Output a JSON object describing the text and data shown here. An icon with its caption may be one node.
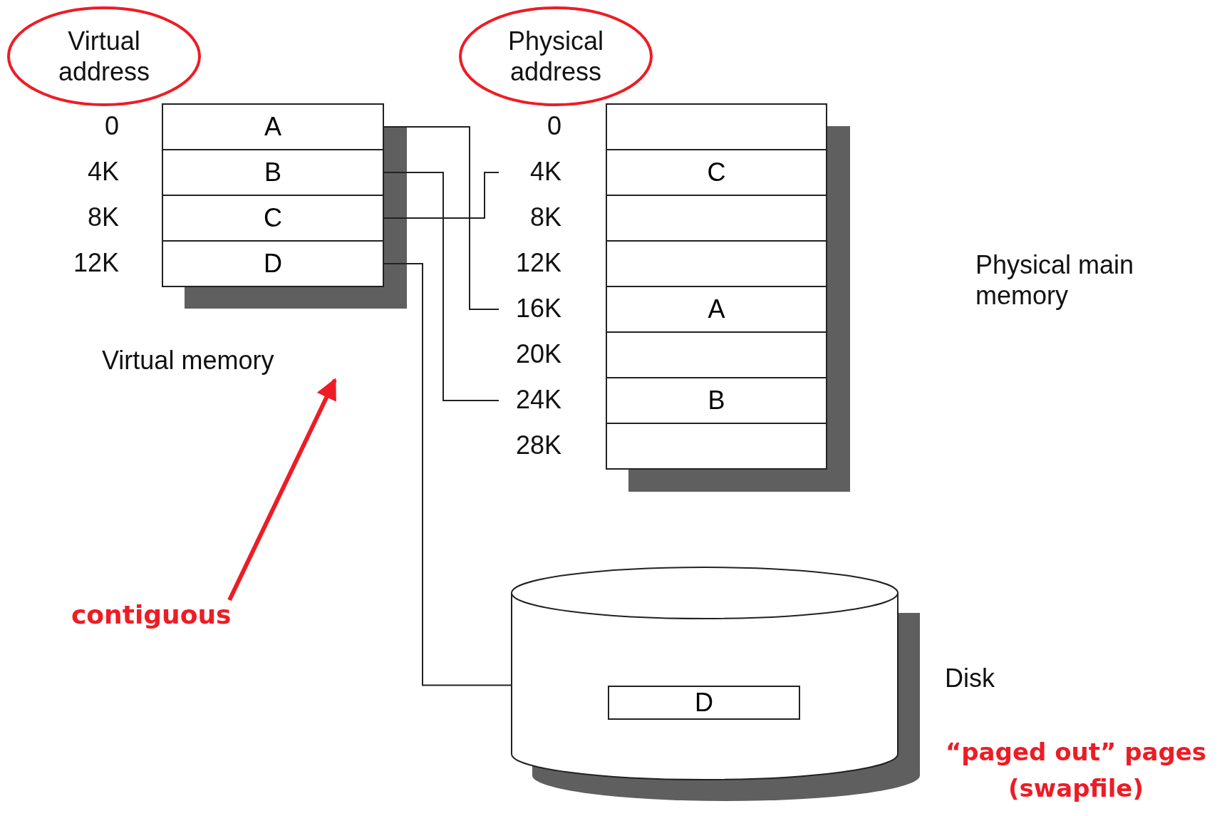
{
  "diagram": {
    "nodes": [
      {
        "text": [
          "Virtual address"
        ]
      },
      {
        "text": [
          "Physical address"
        ]
      },
      {
        "text": [
          "A"
        ]
      },
      {
        "text": [
          "B"
        ],
        "beside": [
          "4K"
        ]
      },
      {
        "text": [
          "C"
        ],
        "beside": [
          "8K"
        ]
      },
      {
        "text": [
          "D"
        ],
        "beside": [
          "12K"
        ]
      },
      {
        "text": [],
        "shape": "box"
      },
      {
        "text": [
          "C"
        ],
        "beside": [
          "4K"
        ]
      },
      {
        "text": [],
        "shape": "box",
        "beside": [
          "8K"
        ]
      },
      {
        "text": [],
        "shape": "box",
        "beside": [
          "12K"
        ]
      },
      {
        "text": [
          "A"
        ],
        "beside": [
          "16K"
        ]
      },
      {
        "text": [],
        "shape": "box",
        "beside": [
          "20K"
        ]
      },
      {
        "text": [
          "B"
        ],
        "beside": [
          "24K"
        ]
      },
      {
        "text": [],
        "shape": "box",
        "beside": [
          "28K"
        ]
      },
      {
        "text": [
          "Disk"
        ]
      },
      {
        "text": [
          "D"
        ],
        "in": 14
      },
      {
        "text": [
          "contiguous"
        ]
      }
    ],
    "edges": [
      {
        "from": 2,
        "to": 10,
        "arrow": "none"
      },
      {
        "from": 3,
        "to": 12,
        "arrow": "none"
      },
      {
        "from": 4,
        "to": 7,
        "arrow": "none"
      },
      {
        "from": 5,
        "to": 14,
        "arrow": "none"
      },
      {
        "from": 16,
        "to": null,
        "arrow": "to",
        "style": "thick",
        "color": "#ee1c25"
      }
    ],
    "labels": [
      "0",
      "0",
      "Physical main memory",
      "Virtual memory",
      "“paged out” pages (swapfile)"
    ]
  }
}
